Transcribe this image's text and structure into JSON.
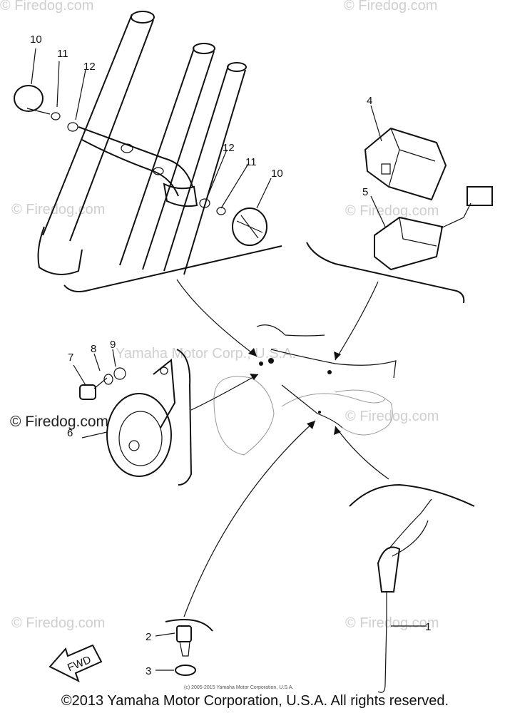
{
  "watermarks": {
    "firedog_faint": "© Firedog.com",
    "firedog_dark": "© Firedog.com",
    "yamaha_faint": "Yamaha Motor Corp., U.S.A."
  },
  "callouts": {
    "c10_left": "10",
    "c11_left": "11",
    "c12_left": "12",
    "c12_right": "12",
    "c11_right": "11",
    "c10_right": "10",
    "c4": "4",
    "c5": "5",
    "c7": "7",
    "c8": "8",
    "c9": "9",
    "c6": "6",
    "c2": "2",
    "c3": "3",
    "c1": "1"
  },
  "fwd_label": "FWD",
  "small_print": "(c) 2005-2015 Yamaha Motor Corporation, U.S.A.",
  "footer": {
    "copyright": "©2013 Yamaha Motor Corporation, U.S.A. All rights reserved."
  }
}
